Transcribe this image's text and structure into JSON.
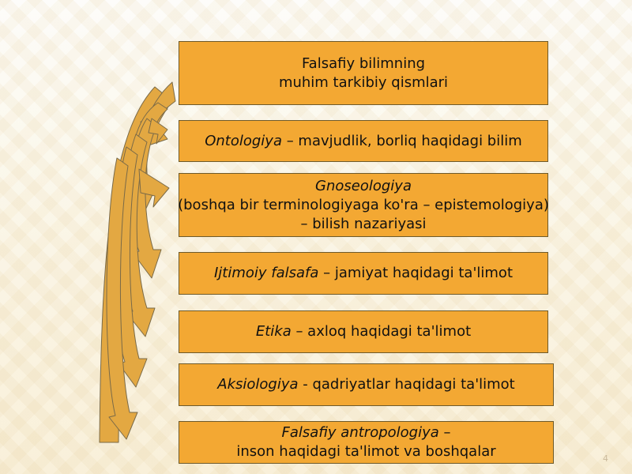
{
  "title_box": {
    "line1": "Falsafiy bilimning",
    "line2": "muhim tarkibiy qismlari"
  },
  "items": [
    {
      "term": "Ontologiya",
      "rest": " – mavjudlik, borliq haqidagi bilim"
    },
    {
      "term": "Gnoseologiya",
      "line2": "(boshqa bir terminologiyaga ko'ra – epistemologiya)",
      "line3": "– bilish nazariyasi"
    },
    {
      "term": "Ijtimoiy falsafa",
      "rest": " – jamiyat haqidagi ta'limot"
    },
    {
      "term": "Etika",
      "rest": " – axloq haqidagi ta'limot"
    },
    {
      "term": "Aksiologiya",
      "rest": " - qadriyatlar haqidagi ta'limot"
    },
    {
      "term": "Falsafiy antropologiya",
      "rest": " –",
      "line2": "inson haqidagi ta'limot va boshqalar"
    }
  ],
  "colors": {
    "box_fill": "#f3a833",
    "box_border": "#6e5a2a",
    "arrow_fill": "#e3a842",
    "arrow_stroke": "#7a6a48"
  },
  "page_number": "4"
}
